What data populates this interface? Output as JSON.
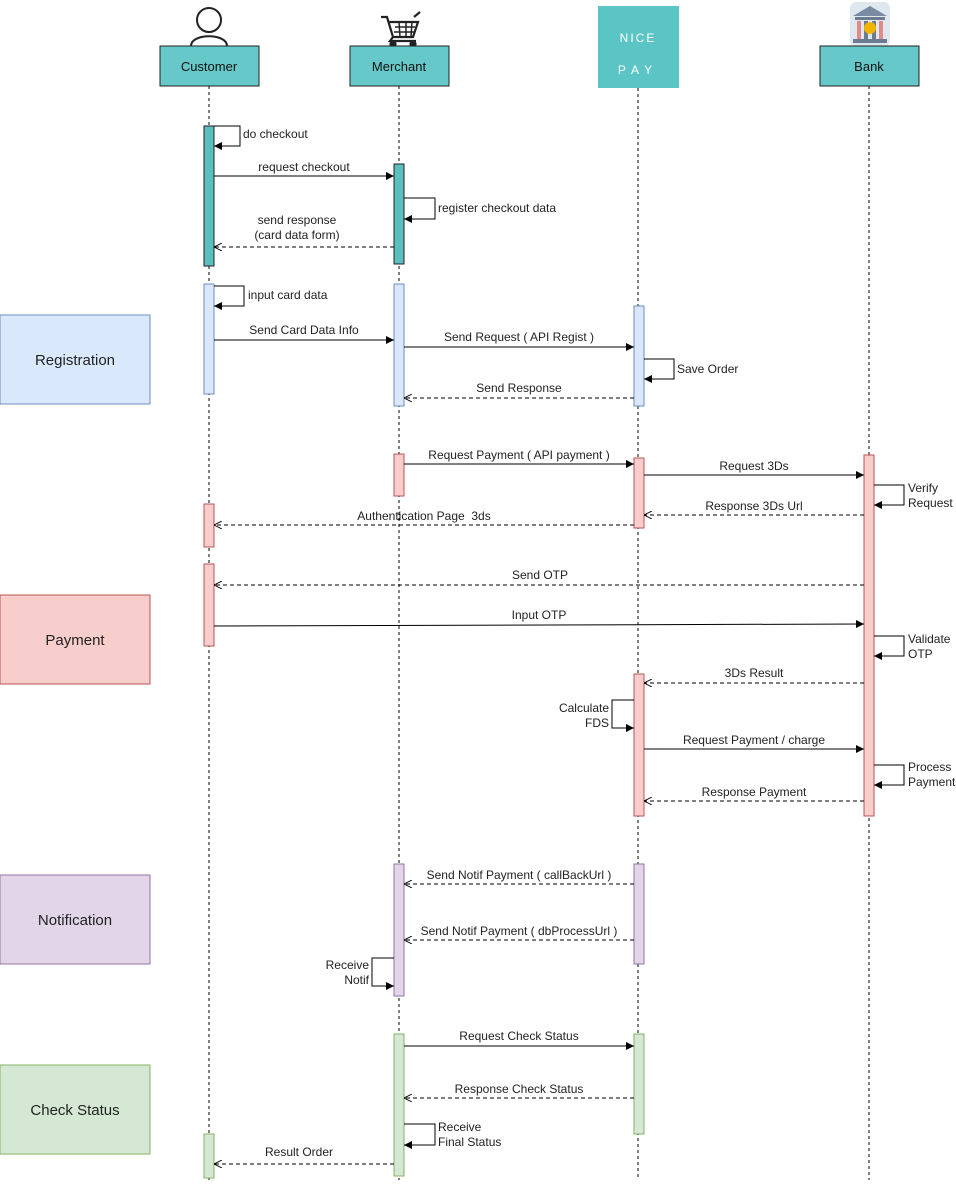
{
  "actors": [
    {
      "id": "customer",
      "label": "Customer",
      "icon": "person-icon"
    },
    {
      "id": "merchant",
      "label": "Merchant",
      "icon": "shopping-cart-icon"
    },
    {
      "id": "nicepay",
      "label": "",
      "icon": "nicepay-logo",
      "logo_text": [
        "NICE",
        "PAY"
      ]
    },
    {
      "id": "bank",
      "label": "Bank",
      "icon": "bank-icon"
    }
  ],
  "phases": [
    {
      "label": "Registration",
      "fill": "#dae8fc",
      "stroke": "#6c8ebf"
    },
    {
      "label": "Payment",
      "fill": "#f8cecc",
      "stroke": "#b85450"
    },
    {
      "label": "Notification",
      "fill": "#e1d5e7",
      "stroke": "#9673a6"
    },
    {
      "label": "Check Status",
      "fill": "#d5e8d4",
      "stroke": "#82b366"
    }
  ],
  "colors": {
    "actor_fill": "#66c8c8",
    "actor_stroke": "#222222",
    "teal_activation": "#5bbfbf",
    "blue_activation": "#dae8fc",
    "red_activation": "#f8cecc",
    "purple_activation": "#e1d5e7",
    "green_activation": "#d5e8d4",
    "nicepay_bg": "#5bc4c4"
  },
  "messages": [
    {
      "text": "do checkout",
      "type": "self",
      "actor": "customer"
    },
    {
      "text": "request checkout",
      "type": "sync",
      "from": "customer",
      "to": "merchant"
    },
    {
      "text": "register checkout data",
      "type": "self",
      "actor": "merchant"
    },
    {
      "text": [
        "send response",
        "(card data form)"
      ],
      "type": "return",
      "from": "merchant",
      "to": "customer"
    },
    {
      "text": "input card data",
      "type": "self",
      "actor": "customer"
    },
    {
      "text": "Send Card Data Info",
      "type": "sync",
      "from": "customer",
      "to": "merchant"
    },
    {
      "text": "Send Request ( API Regist )",
      "type": "sync",
      "from": "merchant",
      "to": "nicepay"
    },
    {
      "text": "Save Order",
      "type": "self",
      "actor": "nicepay"
    },
    {
      "text": "Send Response",
      "type": "return",
      "from": "nicepay",
      "to": "merchant"
    },
    {
      "text": "Request Payment ( API payment )",
      "type": "sync",
      "from": "merchant",
      "to": "nicepay"
    },
    {
      "text": "Request 3Ds",
      "type": "sync",
      "from": "nicepay",
      "to": "bank"
    },
    {
      "text": [
        "Verify",
        "Request"
      ],
      "type": "self",
      "actor": "bank"
    },
    {
      "text": "Response 3Ds Url",
      "type": "return",
      "from": "bank",
      "to": "nicepay"
    },
    {
      "text": "Authentication Page  3ds",
      "type": "return",
      "from": "nicepay",
      "to": "customer"
    },
    {
      "text": "Send OTP",
      "type": "return",
      "from": "bank",
      "to": "customer"
    },
    {
      "text": "Input OTP",
      "type": "sync",
      "from": "customer",
      "to": "bank"
    },
    {
      "text": [
        "Validate",
        "OTP"
      ],
      "type": "self",
      "actor": "bank"
    },
    {
      "text": "3Ds Result",
      "type": "return",
      "from": "bank",
      "to": "nicepay"
    },
    {
      "text": [
        "Calculate",
        "FDS"
      ],
      "type": "self",
      "actor": "nicepay"
    },
    {
      "text": "Request Payment / charge",
      "type": "sync",
      "from": "nicepay",
      "to": "bank"
    },
    {
      "text": [
        "Process",
        "Payment"
      ],
      "type": "self",
      "actor": "bank"
    },
    {
      "text": "Response Payment",
      "type": "return",
      "from": "bank",
      "to": "nicepay"
    },
    {
      "text": "Send Notif Payment ( callBackUrl )",
      "type": "return",
      "from": "nicepay",
      "to": "merchant"
    },
    {
      "text": "Send Notif Payment ( dbProcessUrl )",
      "type": "return",
      "from": "nicepay",
      "to": "merchant"
    },
    {
      "text": [
        "Receive",
        "Notif"
      ],
      "type": "self",
      "actor": "merchant"
    },
    {
      "text": "Request Check Status",
      "type": "sync",
      "from": "merchant",
      "to": "nicepay"
    },
    {
      "text": "Response Check Status",
      "type": "return",
      "from": "nicepay",
      "to": "merchant"
    },
    {
      "text": [
        "Receive",
        "Final Status"
      ],
      "type": "self",
      "actor": "merchant"
    },
    {
      "text": "Result Order",
      "type": "return",
      "from": "merchant",
      "to": "customer"
    }
  ]
}
